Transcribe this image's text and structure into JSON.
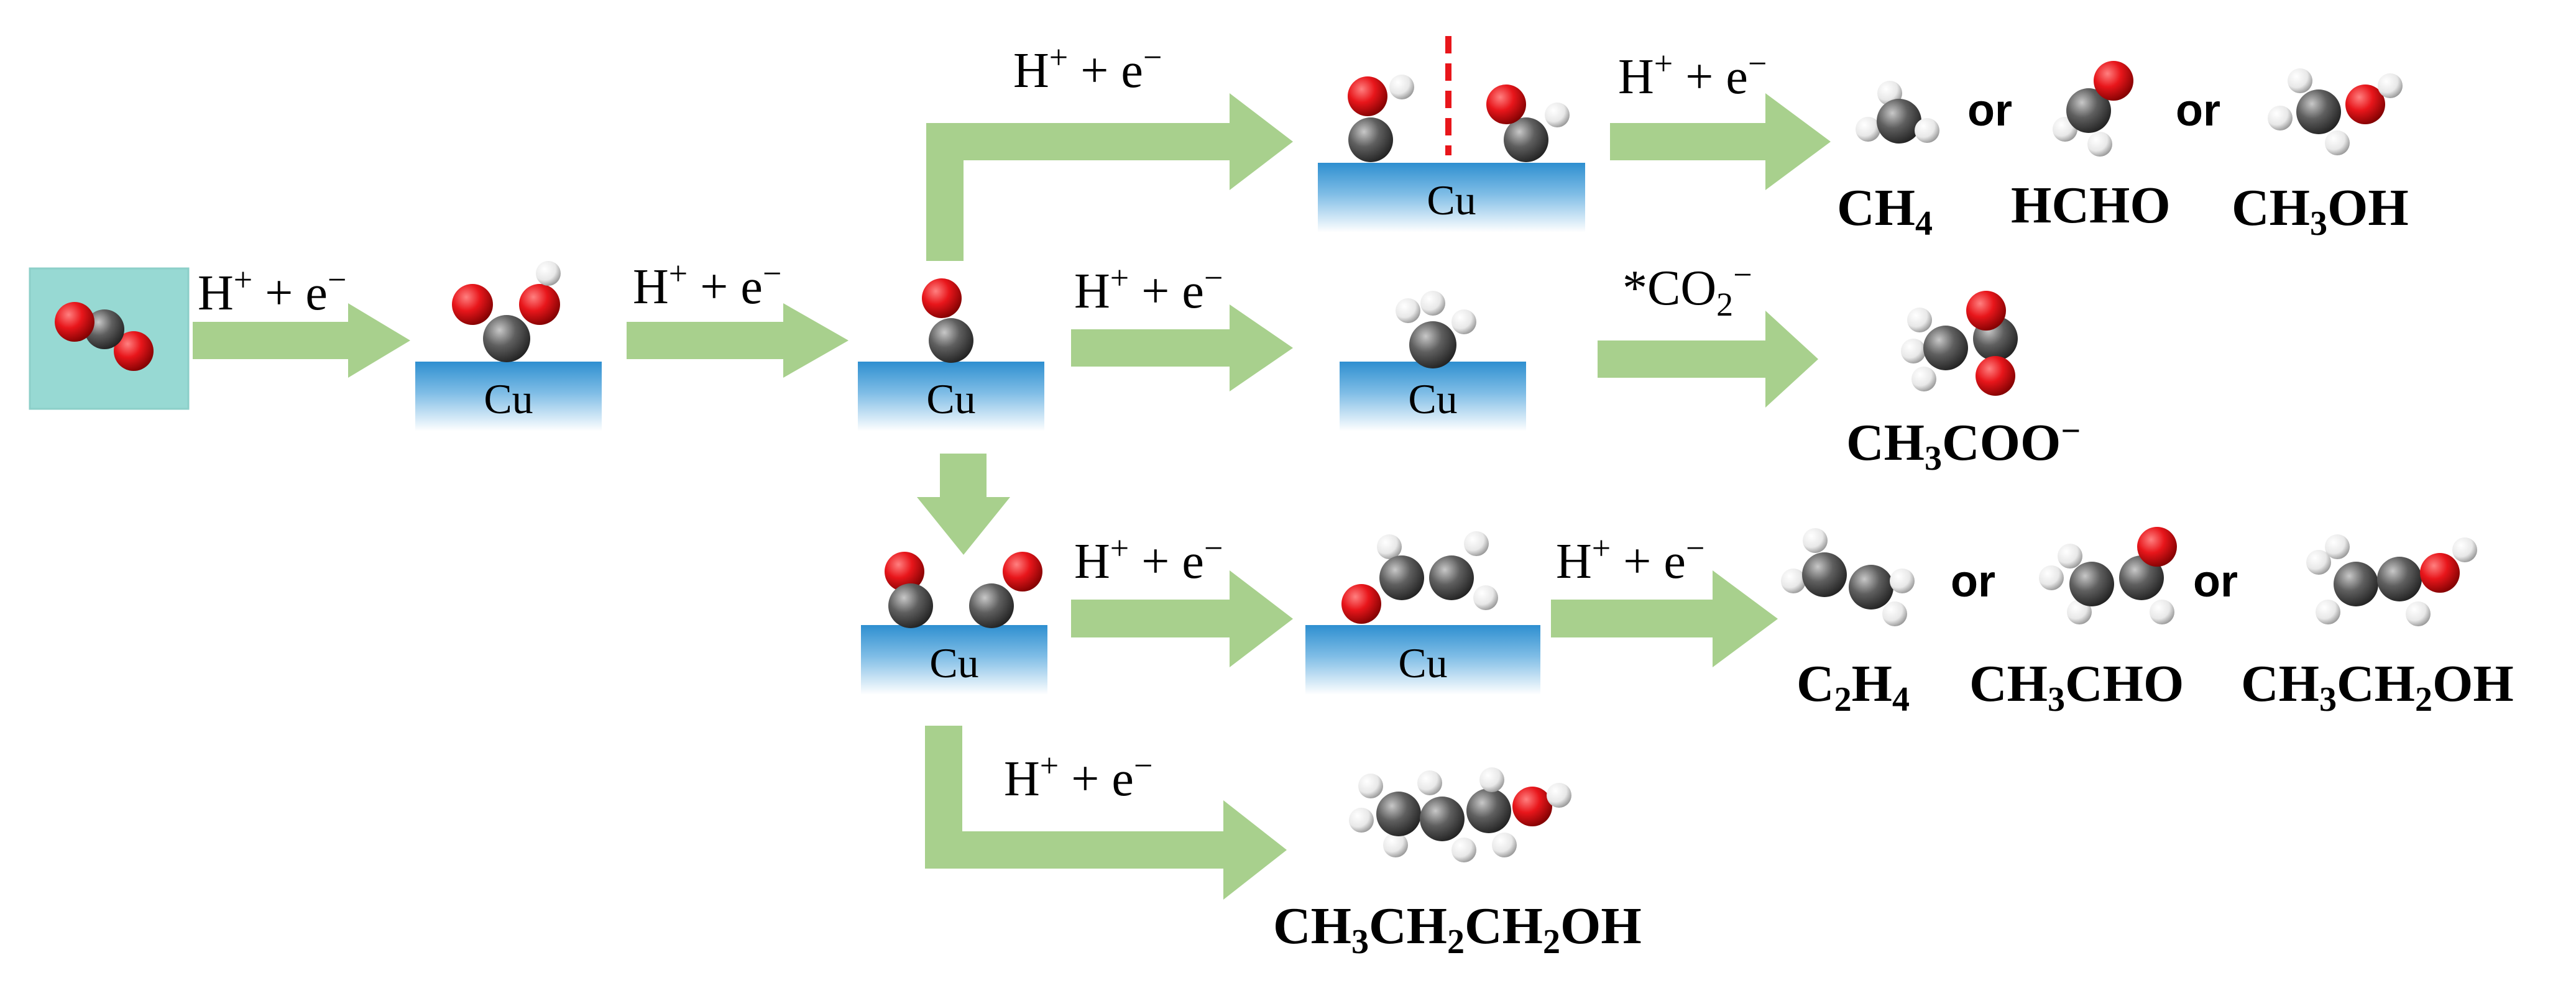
{
  "step_label": {
    "pre": "H",
    "plus_sup": "+",
    "mid": " + e",
    "minus_sup": "−"
  },
  "surface_label": "Cu",
  "co2_label": {
    "pre": "*CO",
    "sub": "2",
    "sup": "−"
  },
  "connector": "or",
  "products": {
    "ch4": {
      "a": "CH",
      "s1": "4"
    },
    "hcho": {
      "a": "HCHO"
    },
    "ch3oh": {
      "a": "CH",
      "s1": "3",
      "b": "OH"
    },
    "acetate": {
      "a": "CH",
      "s1": "3",
      "b": "COO",
      "sup": "−"
    },
    "c2h4": {
      "a": "C",
      "s1": "2",
      "b": "H",
      "s2": "4"
    },
    "ch3cho": {
      "a": "CH",
      "s1": "3",
      "b": "CHO"
    },
    "ch3ch2oh": {
      "a": "CH",
      "s1": "3",
      "b": "CH",
      "s2": "2",
      "c": "OH"
    },
    "propanol": {
      "a": "CH",
      "s1": "3",
      "b": "CH",
      "s2": "2",
      "c": "CH",
      "s3": "2",
      "d": "OH"
    }
  },
  "colors": {
    "arrow": "#a8d08d",
    "surface_top": "#2e8fd0",
    "surface_bottom": "#ffffff",
    "co2_box": "#97d9d3",
    "oxygen": "#e8161b",
    "carbon": "#5f5f5f",
    "hydrogen": "#f2f2f2",
    "dashed_line": "#e8161b"
  }
}
